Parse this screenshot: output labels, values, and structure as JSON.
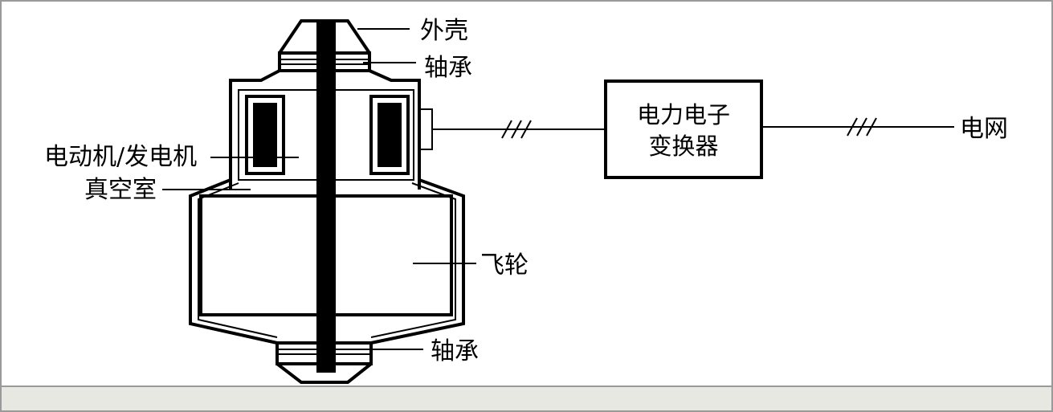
{
  "labels": {
    "casing": "外壳",
    "bearing_top": "轴承",
    "motor_generator": "电动机/发电机",
    "vacuum_chamber": "真空室",
    "flywheel": "飞轮",
    "bearing_bottom": "轴承",
    "grid": "电网"
  },
  "converter": {
    "line1": "电力电子",
    "line2": "变换器"
  },
  "colors": {
    "line": "#000000",
    "background": "#ffffff",
    "footer_bar": "#e6e8e1",
    "border": "#9a9a9a"
  }
}
